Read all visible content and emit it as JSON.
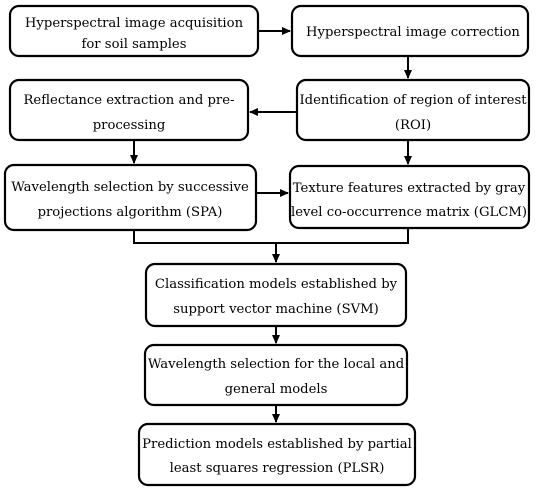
{
  "nodes": {
    "acquisition": {
      "lines": [
        "Hyperspectral image acquisition",
        "for soil samples"
      ]
    },
    "correction": {
      "lines": [
        "Hyperspectral image correction"
      ]
    },
    "reflectance": {
      "lines": [
        "Reflectance extraction and pre-",
        "processing"
      ]
    },
    "roi": {
      "lines": [
        "Identification of region of interest",
        "(ROI)"
      ]
    },
    "spa": {
      "lines": [
        "Wavelength selection by successive",
        "projections algorithm (SPA)"
      ]
    },
    "glcm": {
      "lines": [
        "Texture features extracted by gray",
        "level co-occurrence matrix (GLCM)"
      ]
    },
    "svm": {
      "lines": [
        "Classification models established by",
        "support vector machine (SVM)"
      ]
    },
    "wavelength_models": {
      "lines": [
        "Wavelength selection for the local and",
        "general models"
      ]
    },
    "plsr": {
      "lines": [
        "Prediction models established by partial",
        "least squares regression (PLSR)"
      ]
    }
  },
  "colors": {
    "stroke": "#000000",
    "fill": "#ffffff",
    "text": "#000000"
  }
}
